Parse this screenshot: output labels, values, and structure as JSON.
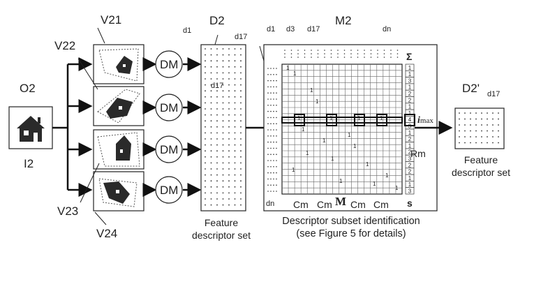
{
  "labels": {
    "o2": "O2",
    "i2": "I2",
    "v21": "V21",
    "v22": "V22",
    "v23": "V23",
    "v24": "V24",
    "d2": "D2",
    "d1_a": "d1",
    "d17_a": "d17",
    "d17_b": "d17",
    "d1_b": "d1",
    "d3": "d3",
    "d17_c": "d17",
    "m2": "M2",
    "dn_a": "dn",
    "dn_b": "dn",
    "d2prime": "D2'",
    "d17_d": "d17",
    "sigma": "Σ",
    "imax": "i",
    "imax_sub": "max",
    "rm": "Rm",
    "s": "s",
    "m_bold": "M",
    "dm": "DM"
  },
  "cm_labels": [
    "Cm",
    "Cm",
    "Cm",
    "Cm"
  ],
  "s_column": [
    "1",
    "1",
    "3",
    "1",
    "2",
    "2",
    "1",
    "1",
    "4",
    "3",
    "1",
    "2",
    "1",
    "2",
    "3",
    "2",
    "2",
    "1",
    "1",
    "3"
  ],
  "captions": {
    "feature_set_left": "Feature descriptor set",
    "subset_id_line1": "Descriptor subset identification",
    "subset_id_line2": "(see Figure 5 for details)",
    "feature_set_right": "Feature descriptor set"
  }
}
